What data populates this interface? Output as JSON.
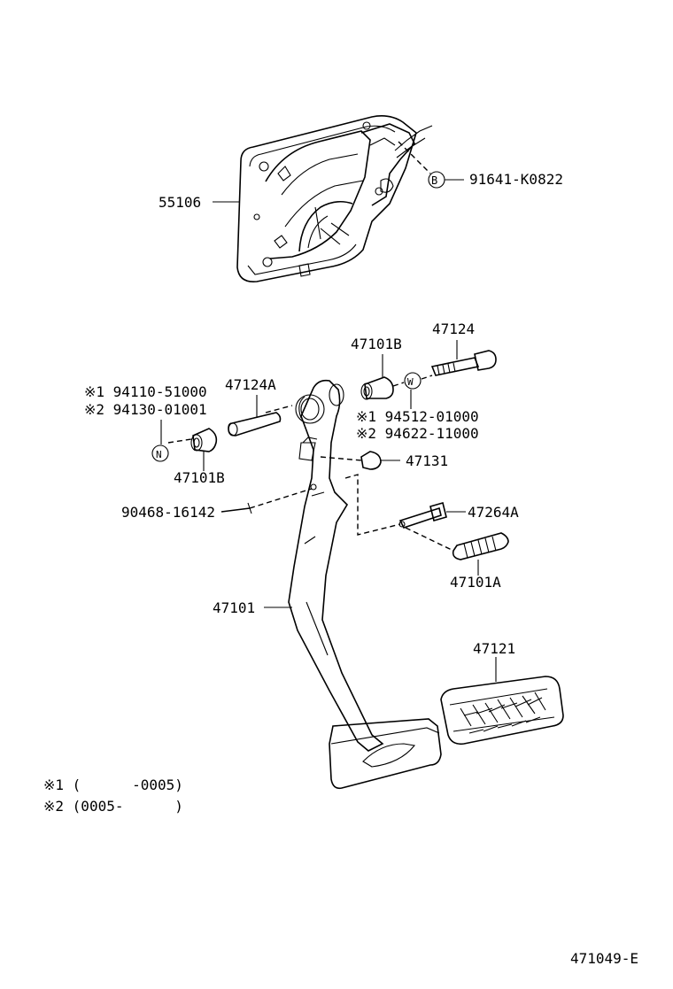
{
  "labels": {
    "bracket": "55106",
    "bolt_b": "91641-K0822",
    "bolt_b_symbol": "B",
    "bolt": "47124",
    "bushing_top": "47101B",
    "collar": "47124A",
    "nut_option1": "※1 94110-51000",
    "nut_option2": "※2 94130-01001",
    "nut_symbol": "N",
    "bushing_left": "47101B",
    "washer_option1": "※1 94512-01000",
    "washer_option2": "※2 94622-11000",
    "washer_symbol": "W",
    "stopper": "47131",
    "pin": "90468-16142",
    "rod": "47264A",
    "spring": "47101A",
    "pedal_arm": "47101",
    "pedal_pad": "47121"
  },
  "notes": {
    "note1": "※1 (      -0005)",
    "note2": "※2 (0005-      )"
  },
  "figure_id": "471049-E"
}
